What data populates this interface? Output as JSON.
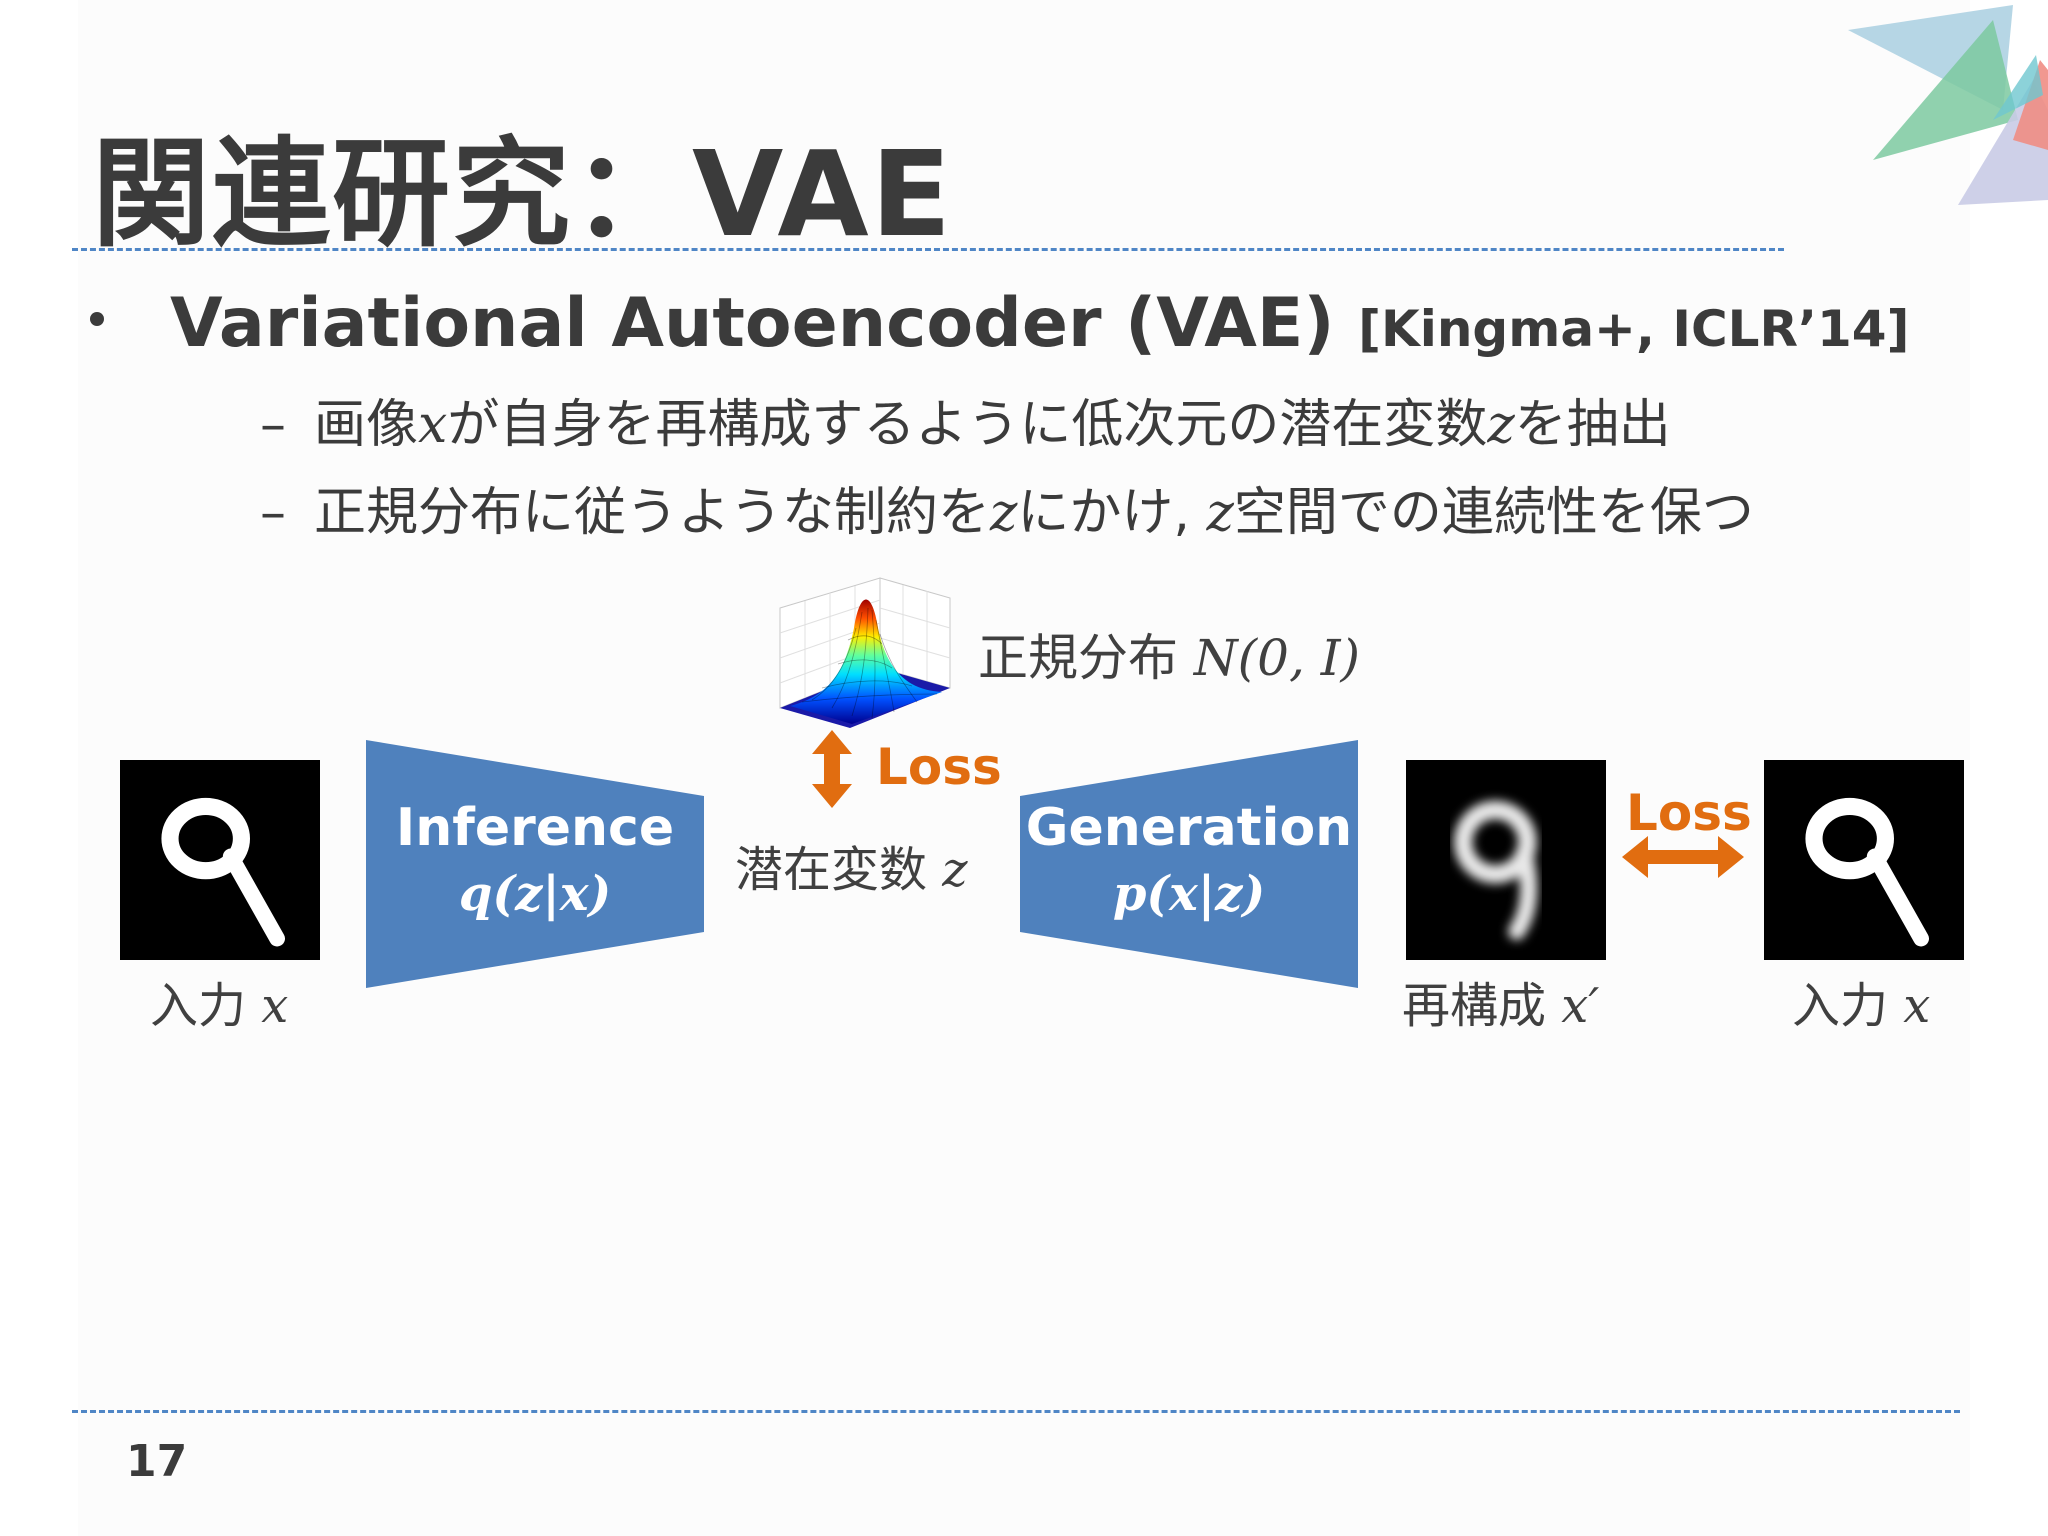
{
  "slide": {
    "title": "関連研究：VAE",
    "bullet": {
      "main": "Variational Autoencoder (VAE)",
      "citation": "[Kingma+, ICLR’14]",
      "dash": "–",
      "sub1": {
        "a": "画像",
        "var": "x",
        "b": "が自身を再構成するように低次元の潜在変数",
        "var2": "z",
        "c": "を抽出"
      },
      "sub2": {
        "a": "正規分布に従うような制約を",
        "var": "z",
        "b": "にかけ, ",
        "var2": "z",
        "c": "空間での連続性を保つ"
      }
    },
    "page_number": "17"
  },
  "diagram": {
    "normal_dist": {
      "label": "正規分布",
      "formula": "N(0, I)"
    },
    "loss_vertical": "Loss",
    "loss_horizontal": "Loss",
    "latent": {
      "label": "潜在変数",
      "var": "z"
    },
    "encoder": {
      "title": "Inference",
      "formula": "q(z|x)"
    },
    "decoder": {
      "title": "Generation",
      "formula": "p(x|z)"
    },
    "input_left": {
      "label": "入力",
      "var": "x"
    },
    "reconstruction": {
      "label": "再構成",
      "var": "x′"
    },
    "input_right": {
      "label": "入力",
      "var": "x"
    }
  },
  "colors": {
    "box": "#4f81bd",
    "accent": "#e16d10",
    "rule": "#4f86c6",
    "text": "#3b3b3b"
  },
  "icons": [
    "gaussian-3d-plot",
    "double-arrow-vertical",
    "double-arrow-horizontal",
    "mnist-digit-nine"
  ]
}
